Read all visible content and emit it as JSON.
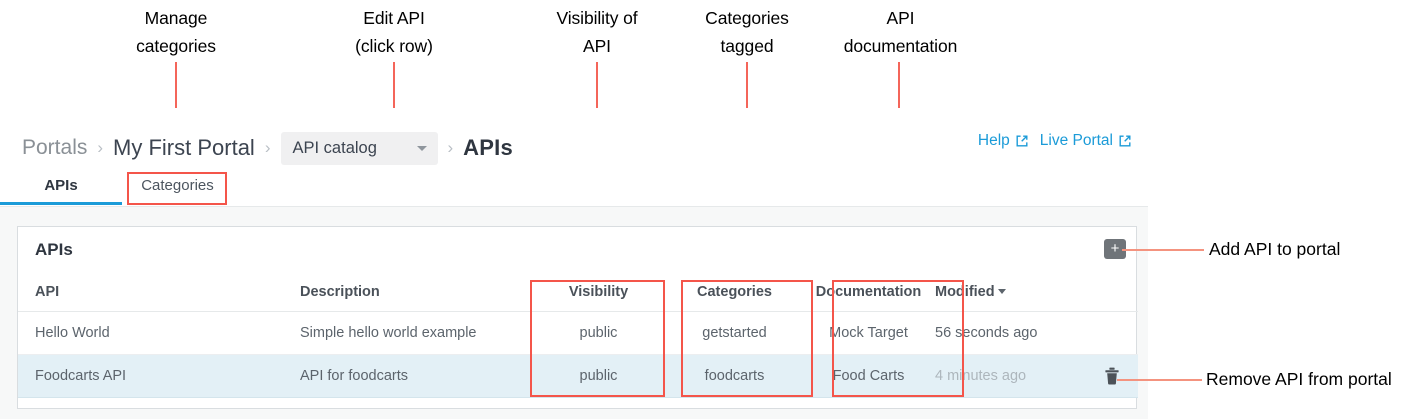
{
  "annotations": {
    "top": [
      {
        "text": "Manage\ncategories",
        "target": "tab-categories"
      },
      {
        "text": "Edit API\n(click row)",
        "target": "table-row"
      },
      {
        "text": "Visibility of\nAPI",
        "target": "column-visibility"
      },
      {
        "text": "Categories\ntagged",
        "target": "column-categories"
      },
      {
        "text": "API\ndocumentation",
        "target": "column-documentation"
      }
    ],
    "side": [
      {
        "text": "Add API to portal",
        "target": "add-api-button"
      },
      {
        "text": "Remove API from portal",
        "target": "delete-api-button"
      }
    ],
    "accent_color": "#f4554a",
    "line_color": "#f4937f"
  },
  "breadcrumb": {
    "root": "Portals",
    "portal": "My First Portal",
    "selector_value": "API catalog",
    "current": "APIs",
    "separator": "›"
  },
  "topright": {
    "help_label": "Help",
    "live_portal_label": "Live Portal",
    "link_color": "#1b9bd8"
  },
  "tabs": [
    {
      "label": "APIs",
      "active": true
    },
    {
      "label": "Categories",
      "active": false
    }
  ],
  "card": {
    "title": "APIs",
    "add_button_label": "+",
    "columns": [
      "API",
      "Description",
      "Visibility",
      "Categories",
      "Documentation",
      "Modified"
    ],
    "sorted_column": "Modified",
    "sort_direction": "desc",
    "rows": [
      {
        "api": "Hello World",
        "description": "Simple hello world example",
        "visibility": "public",
        "categories": "getstarted",
        "documentation": "Mock Target",
        "modified": "56 seconds ago",
        "selected": false,
        "has_delete": false
      },
      {
        "api": "Foodcarts API",
        "description": "API for foodcarts",
        "visibility": "public",
        "categories": "foodcarts",
        "documentation": "Food Carts",
        "modified": "4 minutes ago",
        "selected": true,
        "has_delete": true
      }
    ]
  }
}
